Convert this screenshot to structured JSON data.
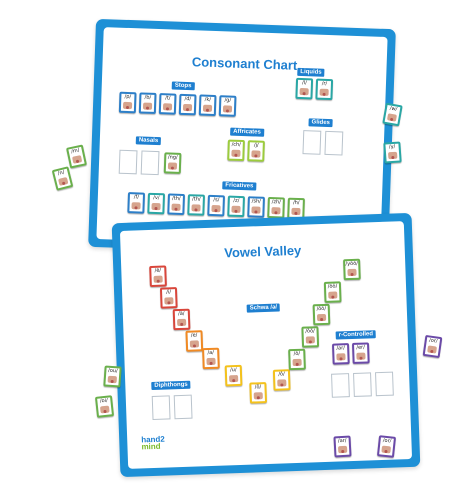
{
  "consonant_chart": {
    "title": "Consonant Chart",
    "labels": {
      "stops": "Stops",
      "liquids": "Liquids",
      "nasals": "Nasals",
      "affricates": "Affricates",
      "glides": "Glides",
      "fricatives": "Fricatives"
    },
    "stops": [
      "/p/",
      "/b/",
      "/t/",
      "/d/",
      "/k/",
      "/g/"
    ],
    "liquids": [
      "/l/",
      "/r/"
    ],
    "nasals": [
      "/ng/"
    ],
    "affricates": [
      "/ch/",
      "/j/"
    ],
    "fricatives": [
      "/f/",
      "/v/",
      "/th/",
      "/th/",
      "/s/",
      "/z/",
      "/sh/",
      "/zh/",
      "/h/"
    ]
  },
  "vowel_valley": {
    "title": "Vowel Valley",
    "labels": {
      "schwa": "Schwa /ə/",
      "r_controlled": "r-Controlled",
      "diphthongs": "Diphthongs"
    },
    "valley_left": [
      "/ē/",
      "/i/",
      "/ā/",
      "/e/",
      "/a/",
      "/u/",
      "/ŏ/"
    ],
    "valley_right": [
      "/ô/",
      "/ō/",
      "/ŏŏ/",
      "/ōō/",
      "/ōō/",
      "/yōō/"
    ],
    "r_controlled": [
      "/ar/",
      "/er/"
    ],
    "logo": [
      "hand2",
      "mind"
    ]
  },
  "loose_tiles": {
    "left": [
      "/m/",
      "/n/",
      "/ou/",
      "/oi/"
    ],
    "right": [
      "/w/",
      "/y/",
      "/or/"
    ],
    "bottom": [
      "/ar/",
      "/or/"
    ]
  },
  "colors": {
    "board": "#1e90d6",
    "title": "#1e7fd0",
    "label_bg": "#1e7fd0"
  }
}
